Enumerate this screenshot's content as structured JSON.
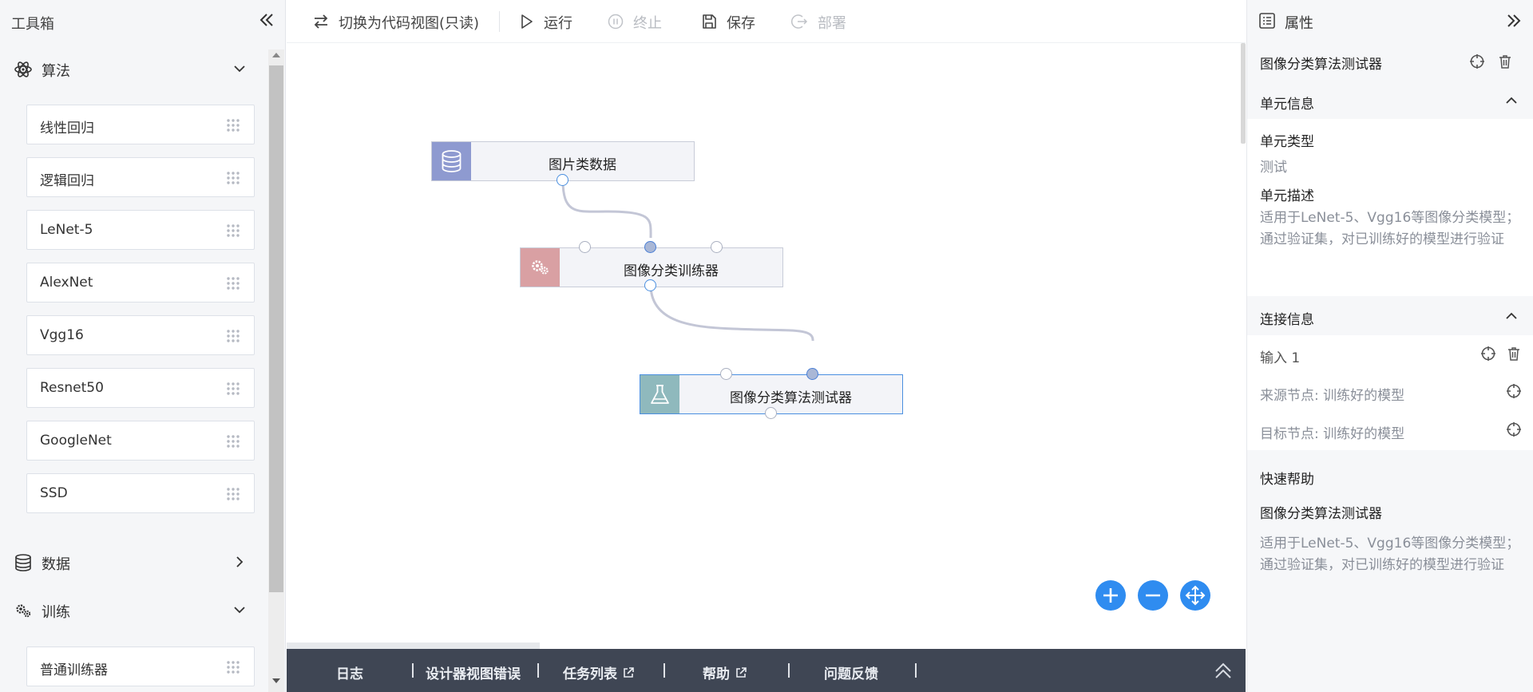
{
  "toolbox": {
    "title": "工具箱",
    "sections": [
      {
        "label": "算法",
        "expanded": true,
        "items": [
          "线性回归",
          "逻辑回归",
          "LeNet-5",
          "AlexNet",
          "Vgg16",
          "Resnet50",
          "GoogleNet",
          "SSD"
        ]
      },
      {
        "label": "数据",
        "expanded": false,
        "items": []
      },
      {
        "label": "训练",
        "expanded": true,
        "items": [
          "普通训练器"
        ]
      }
    ]
  },
  "toolbar": {
    "switch_view": "切换为代码视图(只读)",
    "run": "运行",
    "stop": "终止",
    "save": "保存",
    "deploy": "部署"
  },
  "canvas": {
    "nodes": [
      {
        "label": "图片类数据",
        "icon": "database-icon",
        "icon_color": "#8e9ad0"
      },
      {
        "label": "图像分类训练器",
        "icon": "gears-icon",
        "icon_color": "#d9a0a3"
      },
      {
        "label": "图像分类算法测试器",
        "icon": "flask-icon",
        "icon_color": "#8fb9bd",
        "selected": true
      }
    ],
    "zoom_controls": [
      "zoom-in",
      "zoom-out",
      "fit-view"
    ]
  },
  "bottom_tabs": {
    "log": "日志",
    "designer_errors": "设计器视图错误",
    "task_list": "任务列表",
    "help": "帮助",
    "feedback": "问题反馈"
  },
  "properties": {
    "title": "属性",
    "selected_node": "图像分类算法测试器",
    "unit_info": {
      "header": "单元信息",
      "type_label": "单元类型",
      "type_value": "测试",
      "desc_label": "单元描述",
      "desc_value": "适用于LeNet-5、Vgg16等图像分类模型；通过验证集，对已训练好的模型进行验证"
    },
    "connection_info": {
      "header": "连接信息",
      "input": "输入 1",
      "source": "来源节点: 训练好的模型",
      "target": "目标节点: 训练好的模型"
    },
    "quick_help": {
      "header": "快速帮助",
      "node_name": "图像分类算法测试器",
      "text": "适用于LeNet-5、Vgg16等图像分类模型；通过验证集，对已训练好的模型进行验证"
    }
  },
  "colors": {
    "accent": "#2f8cf0",
    "bottom_bar": "#3f4654",
    "edge": "#c3c6d6"
  }
}
